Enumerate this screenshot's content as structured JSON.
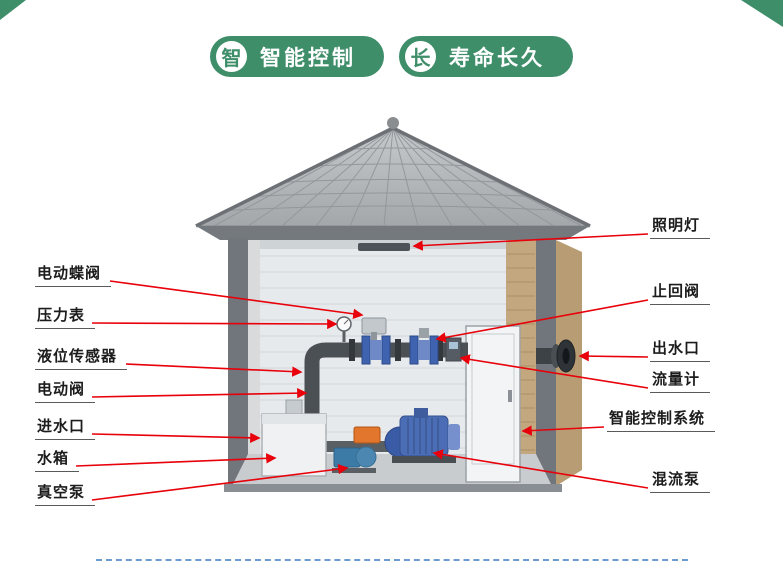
{
  "badges": [
    {
      "icon": "智",
      "label": "智能控制"
    },
    {
      "icon": "长",
      "label": "寿命长久"
    }
  ],
  "labels_left": [
    {
      "text": "电动蝶阀"
    },
    {
      "text": "压力表"
    },
    {
      "text": "液位传感器"
    },
    {
      "text": "电动阀"
    },
    {
      "text": "进水口"
    },
    {
      "text": "水箱"
    },
    {
      "text": "真空泵"
    }
  ],
  "labels_right": [
    {
      "text": "照明灯"
    },
    {
      "text": "止回阀"
    },
    {
      "text": "出水口"
    },
    {
      "text": "流量计"
    },
    {
      "text": "智能控制系统"
    },
    {
      "text": "混流泵"
    }
  ],
  "colors": {
    "badge_green": "#3f8e6a",
    "leader_red": "#e8000a",
    "dashed_blue": "#6b9bd2"
  }
}
